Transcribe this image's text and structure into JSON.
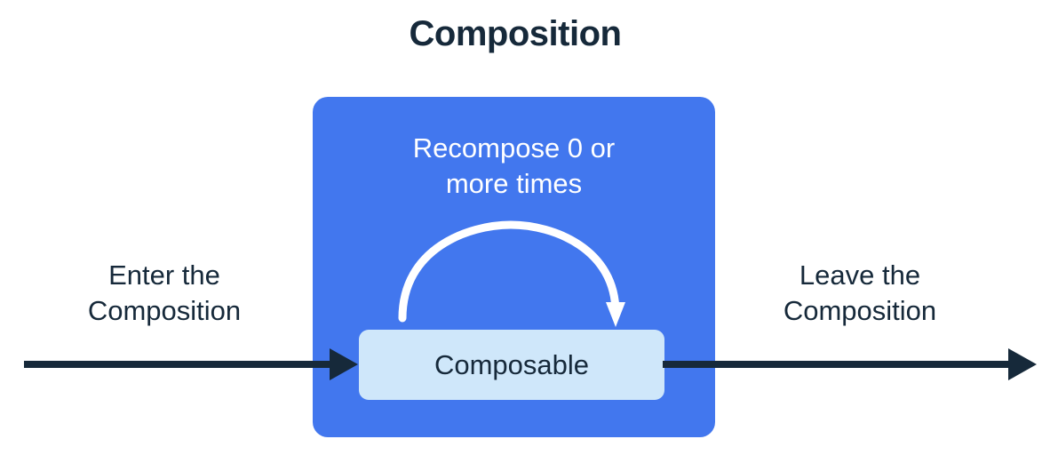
{
  "title": "Composition",
  "colors": {
    "background": "#ffffff",
    "navy": "#16293A",
    "blue": "#4277EE",
    "light_blue": "#CFE7FA",
    "white": "#FFFFFF"
  },
  "composition_box": {
    "recompose_label": {
      "line1": "Recompose 0 or",
      "line2": "more times"
    },
    "recompose_arrow_icon": "curved-loop-arrow-icon",
    "composable_box": {
      "label": "Composable"
    }
  },
  "enter": {
    "caption": {
      "line1": "Enter the",
      "line2": "Composition"
    },
    "arrow_icon": "arrow-right-icon"
  },
  "leave": {
    "caption": {
      "line1": "Leave the",
      "line2": "Composition"
    },
    "arrow_icon": "arrow-right-icon"
  }
}
